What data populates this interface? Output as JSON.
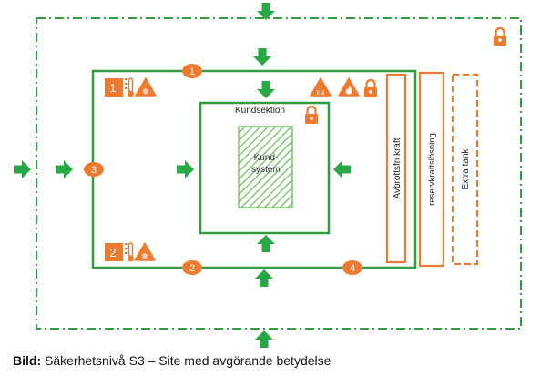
{
  "diagram": {
    "customer_section_label": "Kundsektion",
    "customer_system_label_line1": "Kund-",
    "customer_system_label_line2": "system",
    "ups_label": "Avbrottsfri kraft",
    "backup_power_label": "reservkraftslösning",
    "extra_tank_label": "Extra tank",
    "badges": [
      "1",
      "2",
      "3",
      "4"
    ],
    "zone_numbers": [
      "1",
      "2"
    ],
    "em_label": "EM",
    "colors": {
      "green": "#2e9e3e",
      "orange": "#ee7a30",
      "hatch": "#5ab84a"
    },
    "icons": [
      "arrow-down-icon",
      "arrow-up-icon",
      "arrow-right-icon",
      "arrow-left-icon",
      "lock-icon",
      "thermometer-icon",
      "warning-snowflake-icon",
      "warning-flame-icon",
      "warning-em-icon"
    ]
  },
  "caption": {
    "bold": "Bild:",
    "text": " Säkerhetsnivå S3 – Site med avgörande betydelse"
  }
}
